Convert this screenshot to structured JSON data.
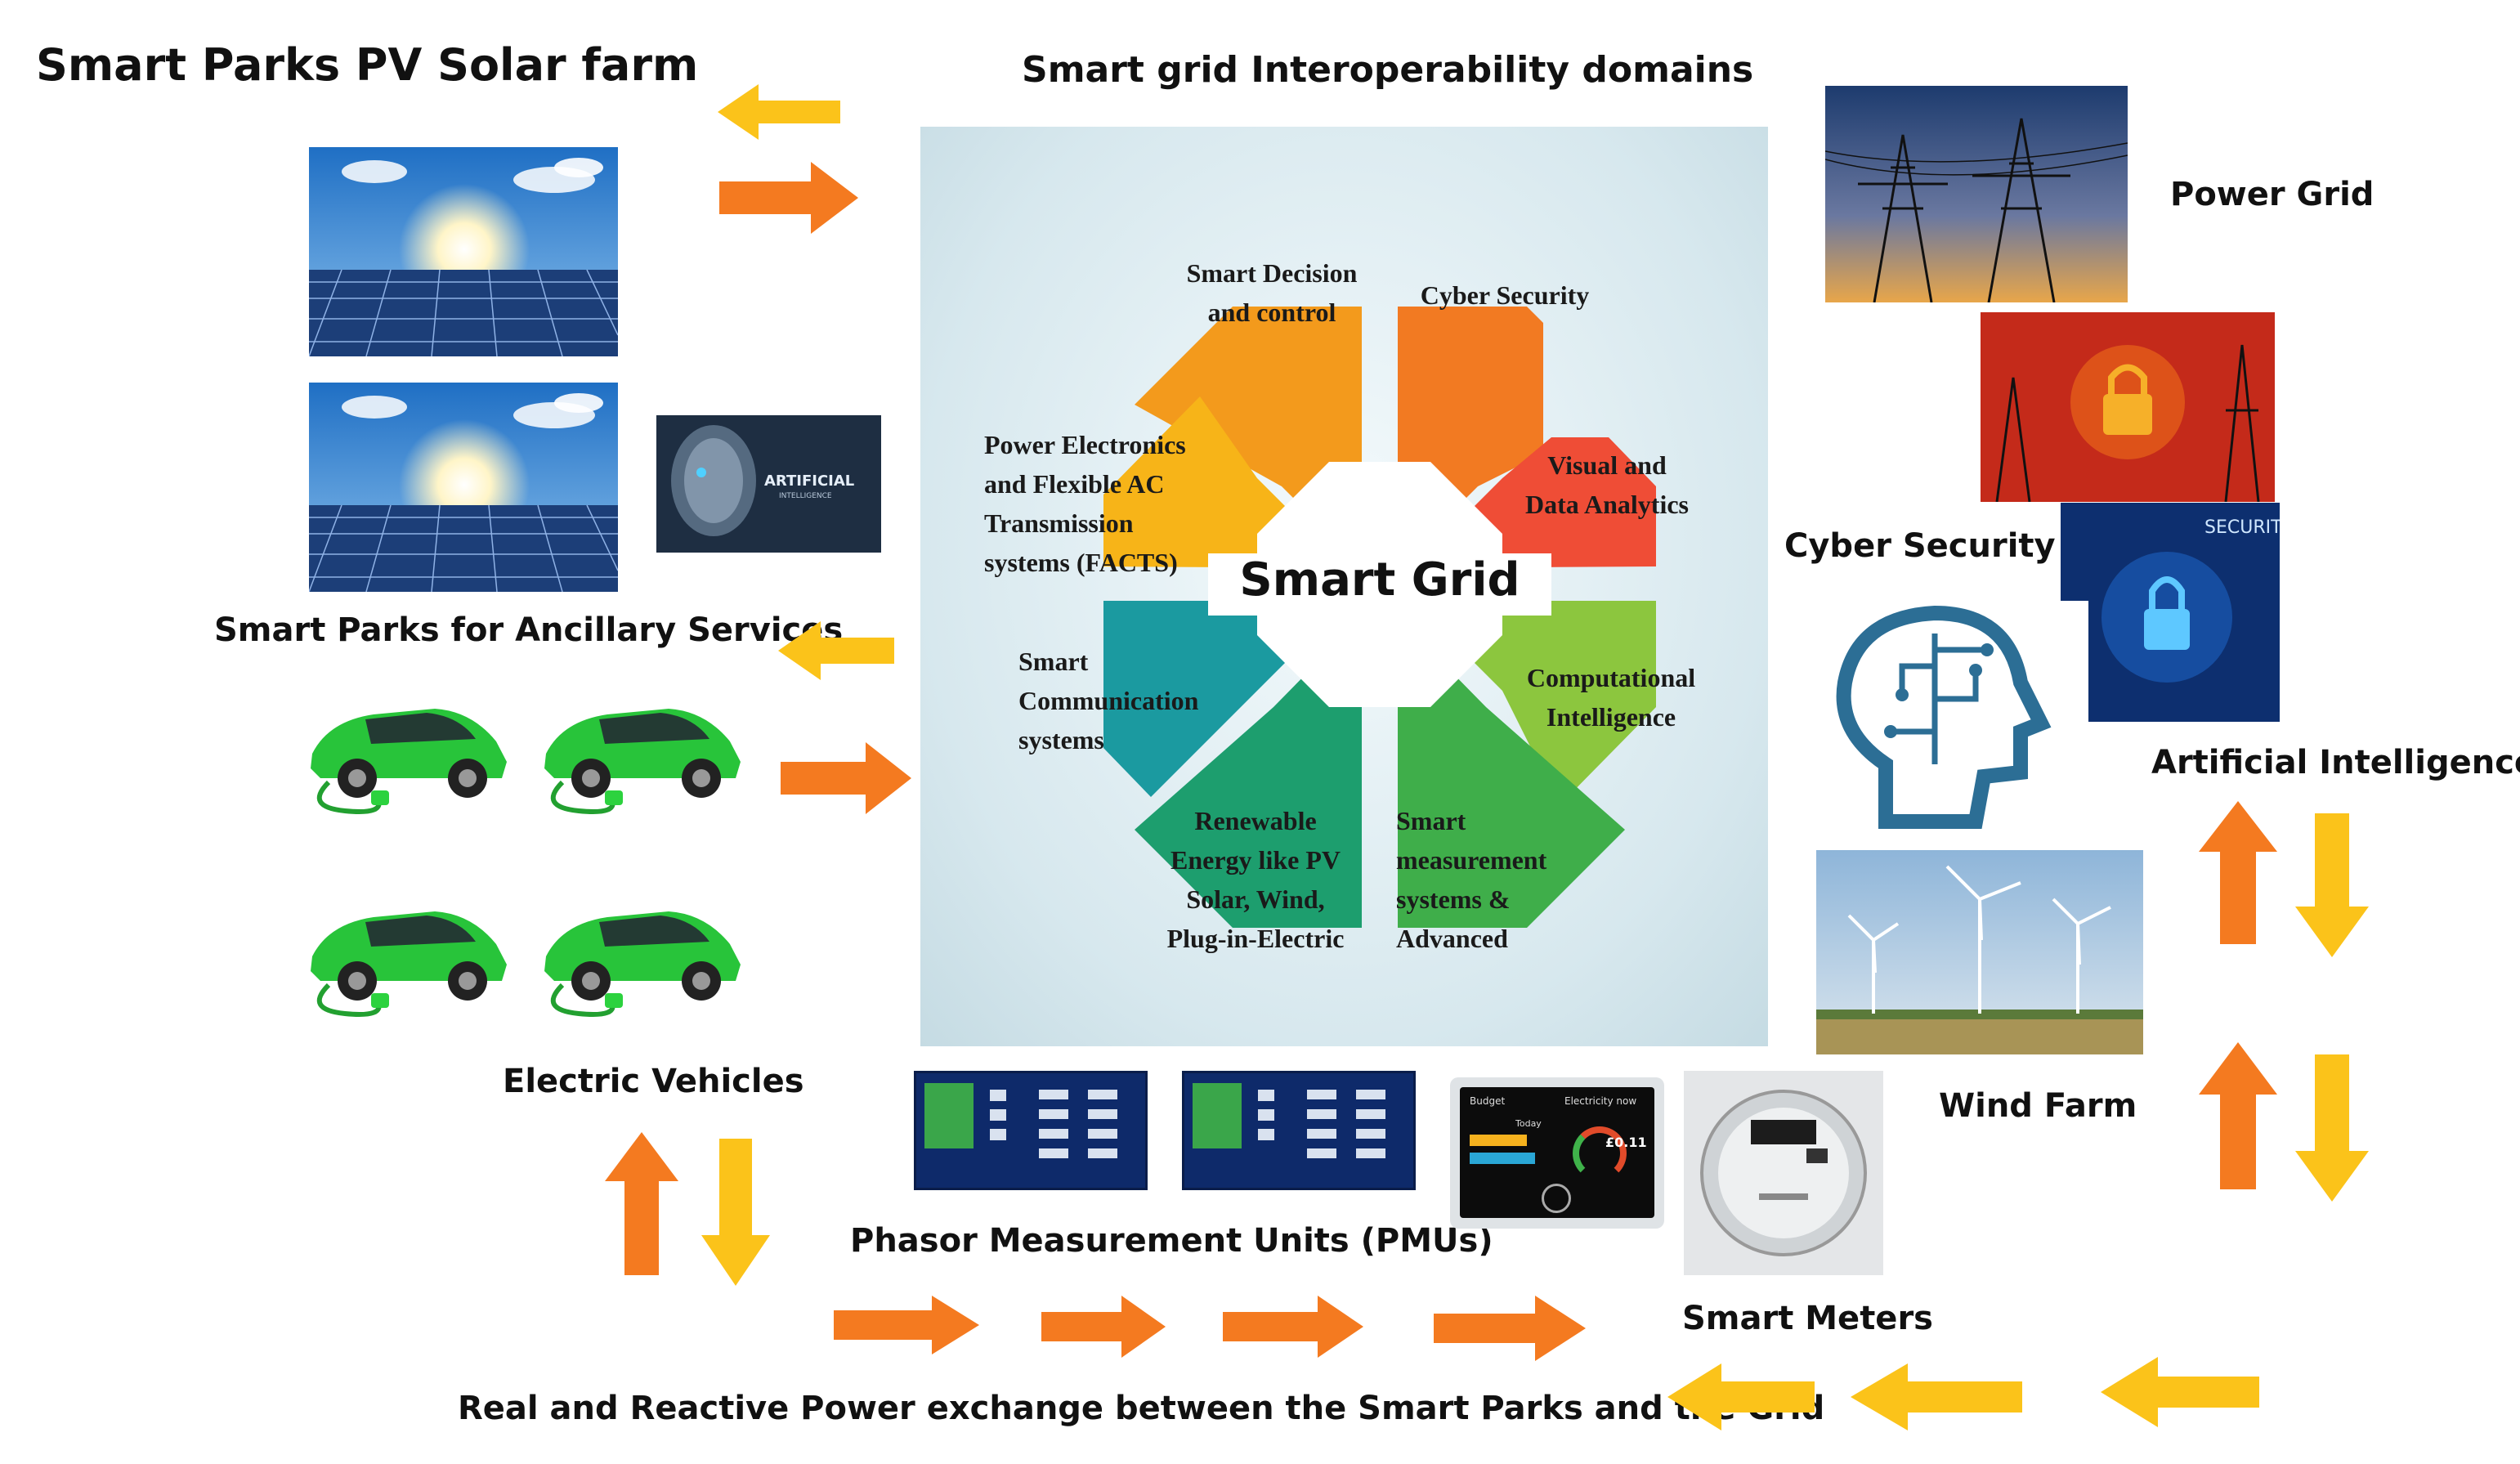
{
  "labels": {
    "title": "Smart Parks PV Solar farm",
    "domains_heading": "Smart grid Interoperability domains",
    "ancillary": "Smart Parks for Ancillary Services",
    "ev": "Electric Vehicles",
    "pmu": "Phasor Measurement Units (PMUs)",
    "exchange": "Real and Reactive Power exchange between the Smart Parks and the Grid",
    "power_grid": "Power Grid",
    "cyber_security": "Cyber Security",
    "ai": "Artificial Intelligence",
    "wind_farm": "Wind Farm",
    "smart_meters": "Smart Meters",
    "ai_thumb": "ARTIFICIAL",
    "ai_thumb_sub": "INTELLIGENCE",
    "security_tag": "SECURITY"
  },
  "smart_grid": {
    "center": "Smart Grid",
    "segments": [
      {
        "id": "decision",
        "lines": [
          "Smart Decision",
          "and control"
        ],
        "color": "#f39a1c"
      },
      {
        "id": "cyber",
        "lines": [
          "Cyber Security"
        ],
        "color": "#f27a22"
      },
      {
        "id": "visual",
        "lines": [
          "Visual and",
          "Data Analytics"
        ],
        "color": "#ef4d36"
      },
      {
        "id": "computational",
        "lines": [
          "Computational",
          "Intelligence"
        ],
        "color": "#8cc63e"
      },
      {
        "id": "measurement",
        "lines": [
          "Smart",
          "measurement",
          "systems &",
          "Advanced"
        ],
        "color": "#3fae4a"
      },
      {
        "id": "renewable",
        "lines": [
          "Renewable",
          "Energy like PV",
          "Solar, Wind,",
          "Plug-in-Electric"
        ],
        "color": "#1d9e6e"
      },
      {
        "id": "communication",
        "lines": [
          "Smart",
          "Communication",
          "systems"
        ],
        "color": "#1b9aa0"
      },
      {
        "id": "facts",
        "lines": [
          "Power Electronics",
          "and Flexible AC",
          "Transmission",
          "systems (FACTS)"
        ],
        "color": "#f7b418"
      }
    ]
  },
  "meter_display": {
    "budget": "Budget",
    "usage": "Electricity now",
    "today": "Today",
    "value": "£0.11"
  },
  "colors": {
    "arrow_orange": "#f47a20",
    "arrow_yellow": "#fbc31a",
    "panel_bg": "#d9e9ef"
  }
}
